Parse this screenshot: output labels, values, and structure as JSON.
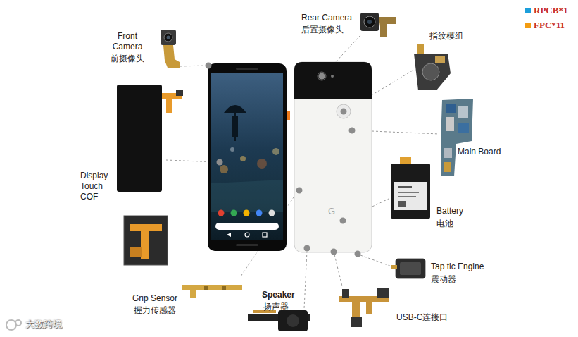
{
  "diagram": {
    "labels": [
      "Front Camera",
      "前摄像头",
      "Rear Camera",
      "后置摄像头",
      "指纹模组",
      "Main Board",
      "Battery",
      "电池",
      "Tap tic Engine",
      "震动器",
      "Speaker",
      "扬声器",
      "USB-C连接口",
      "Grip Sensor",
      "握力传感器",
      "Display Touch COF",
      "G",
      "大数跨境"
    ],
    "legend": [
      {
        "text": "RPCB*1",
        "color": "#1c9fdb"
      },
      {
        "text": "FPC*11",
        "color": "#f39c12"
      }
    ]
  }
}
